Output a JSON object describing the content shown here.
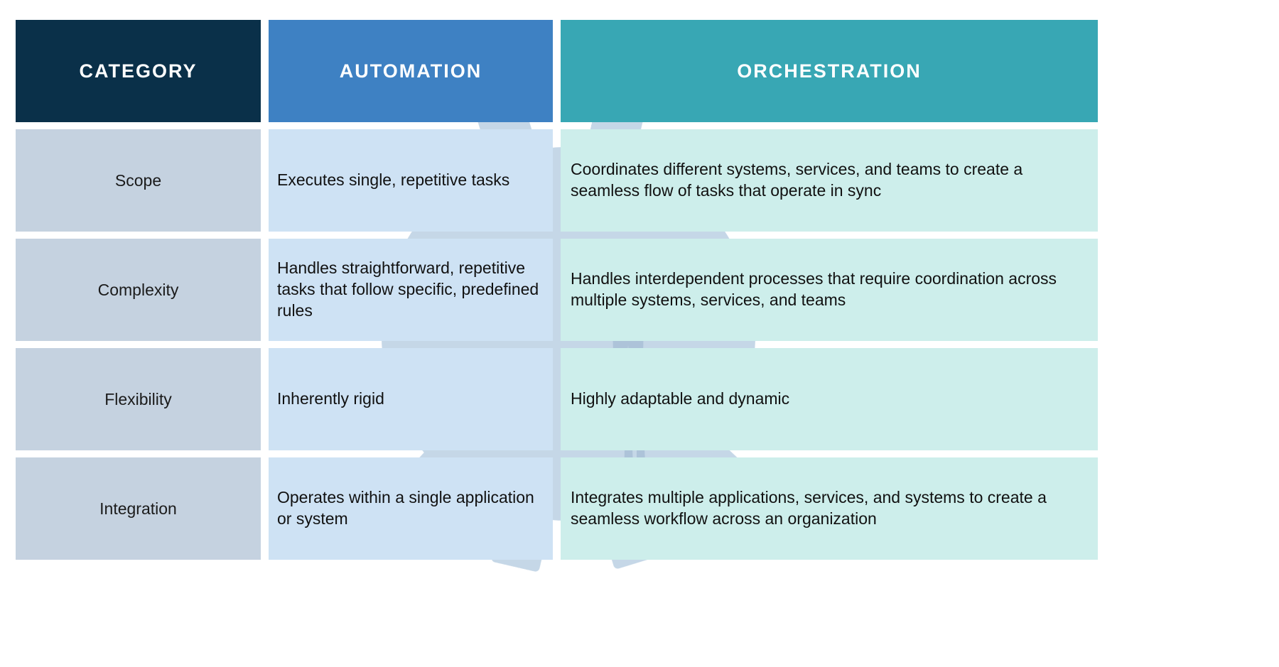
{
  "table": {
    "columns": [
      {
        "key": "category",
        "label": "CATEGORY",
        "header_color": "#0a3049",
        "cell_color": "#c5d2e0"
      },
      {
        "key": "automation",
        "label": "AUTOMATION",
        "header_color": "#3e81c3",
        "cell_color": "#cee2f4"
      },
      {
        "key": "orchestration",
        "label": "ORCHESTRATION",
        "header_color": "#38a7b4",
        "cell_color": "#cdeeeb"
      }
    ],
    "rows": [
      {
        "category": "Scope",
        "automation": "Executes single, repetitive tasks",
        "orchestration": "Coordinates different systems, services, and teams to create a seamless flow of tasks that operate in sync"
      },
      {
        "category": "Complexity",
        "automation": "Handles straightforward, repetitive tasks that follow specific, predefined rules",
        "orchestration": "Handles interdependent processes that require coordination across multiple systems, services, and teams"
      },
      {
        "category": "Flexibility",
        "automation": "Inherently rigid",
        "orchestration": "Highly adaptable and dynamic"
      },
      {
        "category": "Integration",
        "automation": "Operates within a single application or system",
        "orchestration": "Integrates multiple applications, services, and systems to create a seamless workflow across an organization"
      }
    ]
  },
  "background": {
    "watermark": "gear-and-person-silhouette",
    "page_color": "#ffffff"
  }
}
